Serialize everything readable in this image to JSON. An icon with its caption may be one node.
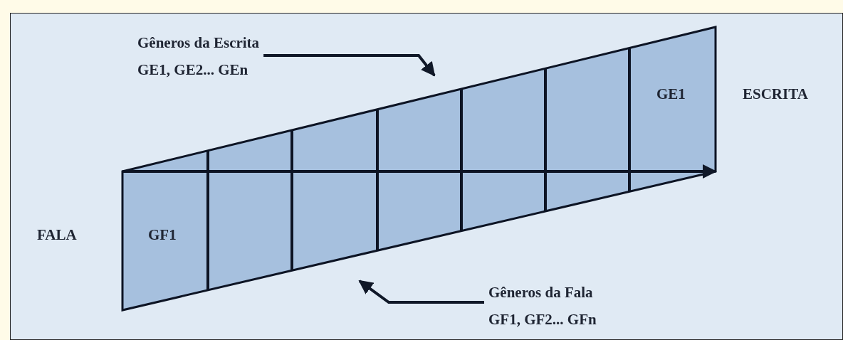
{
  "diagram": {
    "nodes": [
      {
        "text": [
          "Gêneros da Escrita",
          "GE1, GE2... GEn"
        ]
      },
      {
        "text": [
          "Gêneros da Fala",
          "GF1, GF2... GFn"
        ]
      }
    ],
    "edges": [
      {
        "from": 0,
        "to": null,
        "arrow": "to"
      },
      {
        "from": 1,
        "to": null,
        "arrow": "to"
      }
    ],
    "labels": [
      "GE1",
      "ESCRITA",
      "FALA",
      "GF1"
    ]
  }
}
